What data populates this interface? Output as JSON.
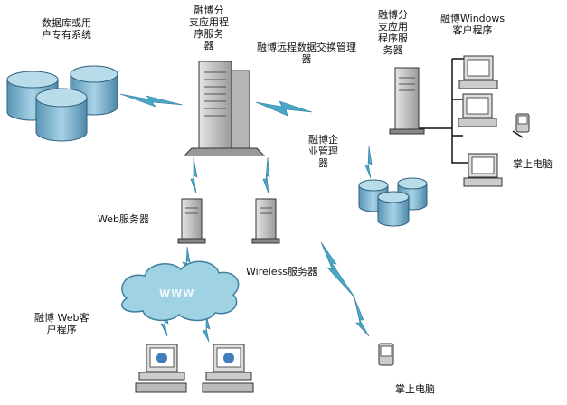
{
  "labels": {
    "db_user_system": [
      "数据库或用",
      "户专有系统"
    ],
    "branch_app_server": [
      "融博分",
      "支应用程",
      "序服务",
      "器"
    ],
    "remote_exchange": [
      "融博远程数据交换管理",
      "器"
    ],
    "dist_app_server": [
      "融博分",
      "支应用",
      "程序服",
      "务器"
    ],
    "windows_client": [
      "融博Windows",
      "客户程序"
    ],
    "enterprise_mgr": [
      "融博企",
      "业管理",
      "器"
    ],
    "palmtop_right": "掌上电脑",
    "web_server": "Web服务器",
    "wireless_server": "Wireless服务器",
    "www": "WWW",
    "web_client": [
      "融博 Web客",
      "户程序"
    ],
    "palmtop_bottom": "掌上电脑"
  },
  "colors": {
    "cylinder": "#7fb3cf",
    "cylinder_dark": "#3f7f9f",
    "cloud": "#9fd3e3",
    "server": "#c9c9c9",
    "lightning": "#4aa6c8",
    "line": "#111111"
  }
}
